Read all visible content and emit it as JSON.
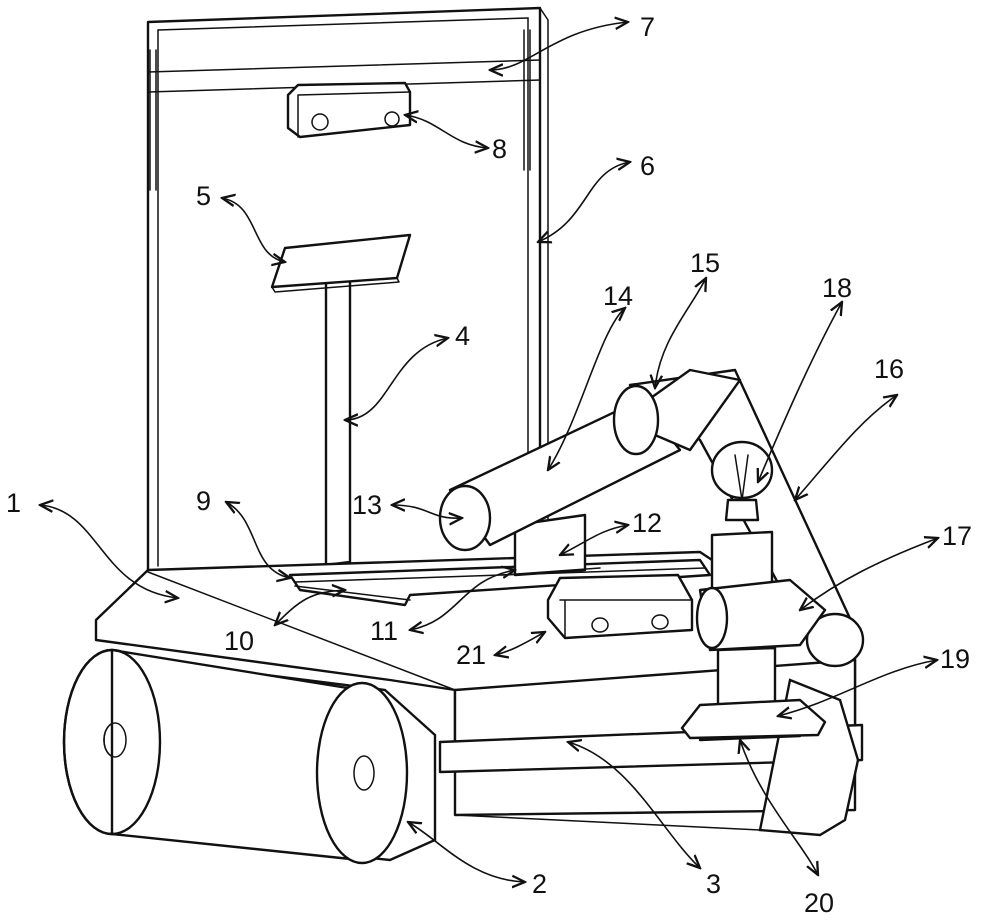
{
  "labels": [
    {
      "id": "1",
      "text": "1"
    },
    {
      "id": "2",
      "text": "2"
    },
    {
      "id": "3",
      "text": "3"
    },
    {
      "id": "4",
      "text": "4"
    },
    {
      "id": "5",
      "text": "5"
    },
    {
      "id": "6",
      "text": "6"
    },
    {
      "id": "7",
      "text": "7"
    },
    {
      "id": "8",
      "text": "8"
    },
    {
      "id": "9",
      "text": "9"
    },
    {
      "id": "10",
      "text": "10"
    },
    {
      "id": "11",
      "text": "11"
    },
    {
      "id": "12",
      "text": "12"
    },
    {
      "id": "13",
      "text": "13"
    },
    {
      "id": "14",
      "text": "14"
    },
    {
      "id": "15",
      "text": "15"
    },
    {
      "id": "16",
      "text": "16"
    },
    {
      "id": "17",
      "text": "17"
    },
    {
      "id": "18",
      "text": "18"
    },
    {
      "id": "19",
      "text": "19"
    },
    {
      "id": "20",
      "text": "20"
    },
    {
      "id": "21",
      "text": "21"
    }
  ]
}
